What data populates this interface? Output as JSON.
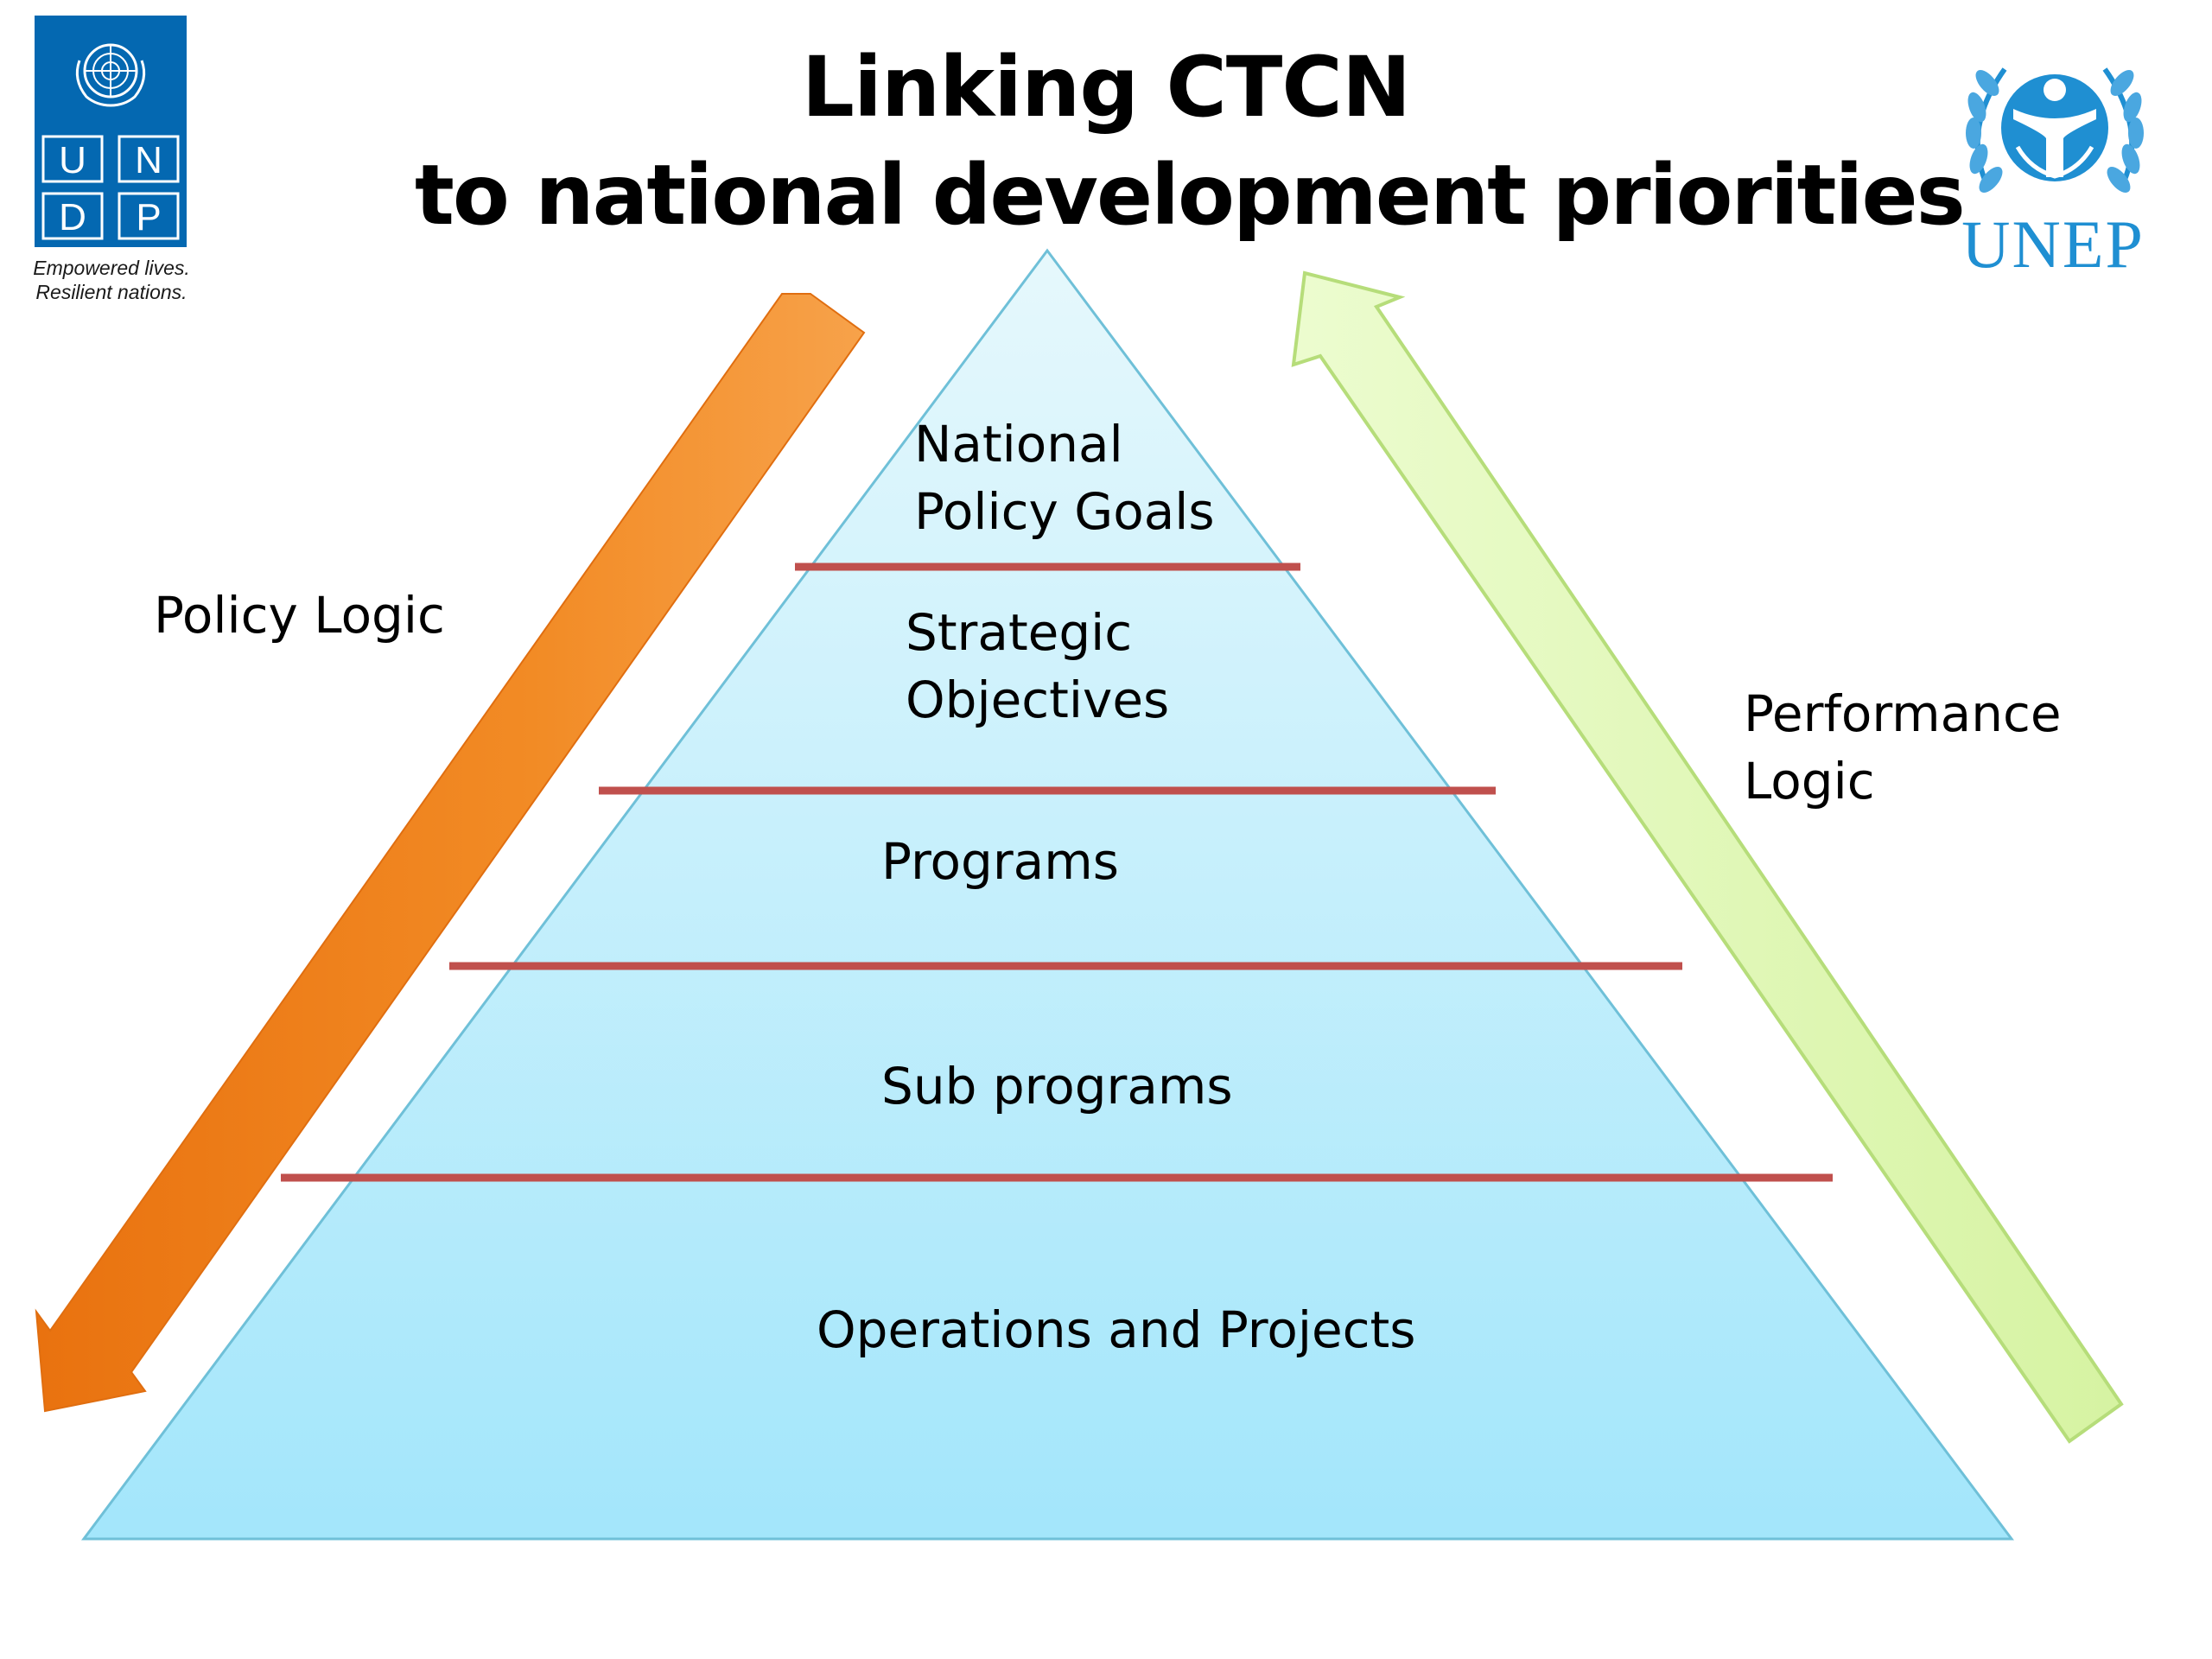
{
  "title": {
    "line1": "Linking CTCN",
    "line2": "to national development priorities"
  },
  "logos": {
    "undp": {
      "letters": [
        "U",
        "N",
        "D",
        "P"
      ],
      "tagline_line1": "Empowered lives.",
      "tagline_line2": "Resilient nations.",
      "color": "#0468b1"
    },
    "unep": {
      "text": "UNEP",
      "color": "#1f8fd2"
    }
  },
  "pyramid": {
    "fill_top": "#e6f8fc",
    "fill_bottom": "#a3e6fb",
    "outline": "#6fc0d8",
    "divider_color": "#c0504d",
    "tiers": [
      {
        "lines": [
          "National",
          "Policy Goals"
        ]
      },
      {
        "lines": [
          "Strategic",
          "Objectives"
        ]
      },
      {
        "lines": [
          "Programs"
        ]
      },
      {
        "lines": [
          "Sub programs"
        ]
      },
      {
        "lines": [
          "Operations and Projects"
        ]
      }
    ]
  },
  "arrows": {
    "policy": {
      "label": "Policy Logic",
      "direction": "down",
      "color": "#f0861e"
    },
    "performance": {
      "label_line1": "Performance",
      "label_line2": "Logic",
      "direction": "up",
      "color": "#dff7b2",
      "outline": "#b6dd7a"
    }
  }
}
